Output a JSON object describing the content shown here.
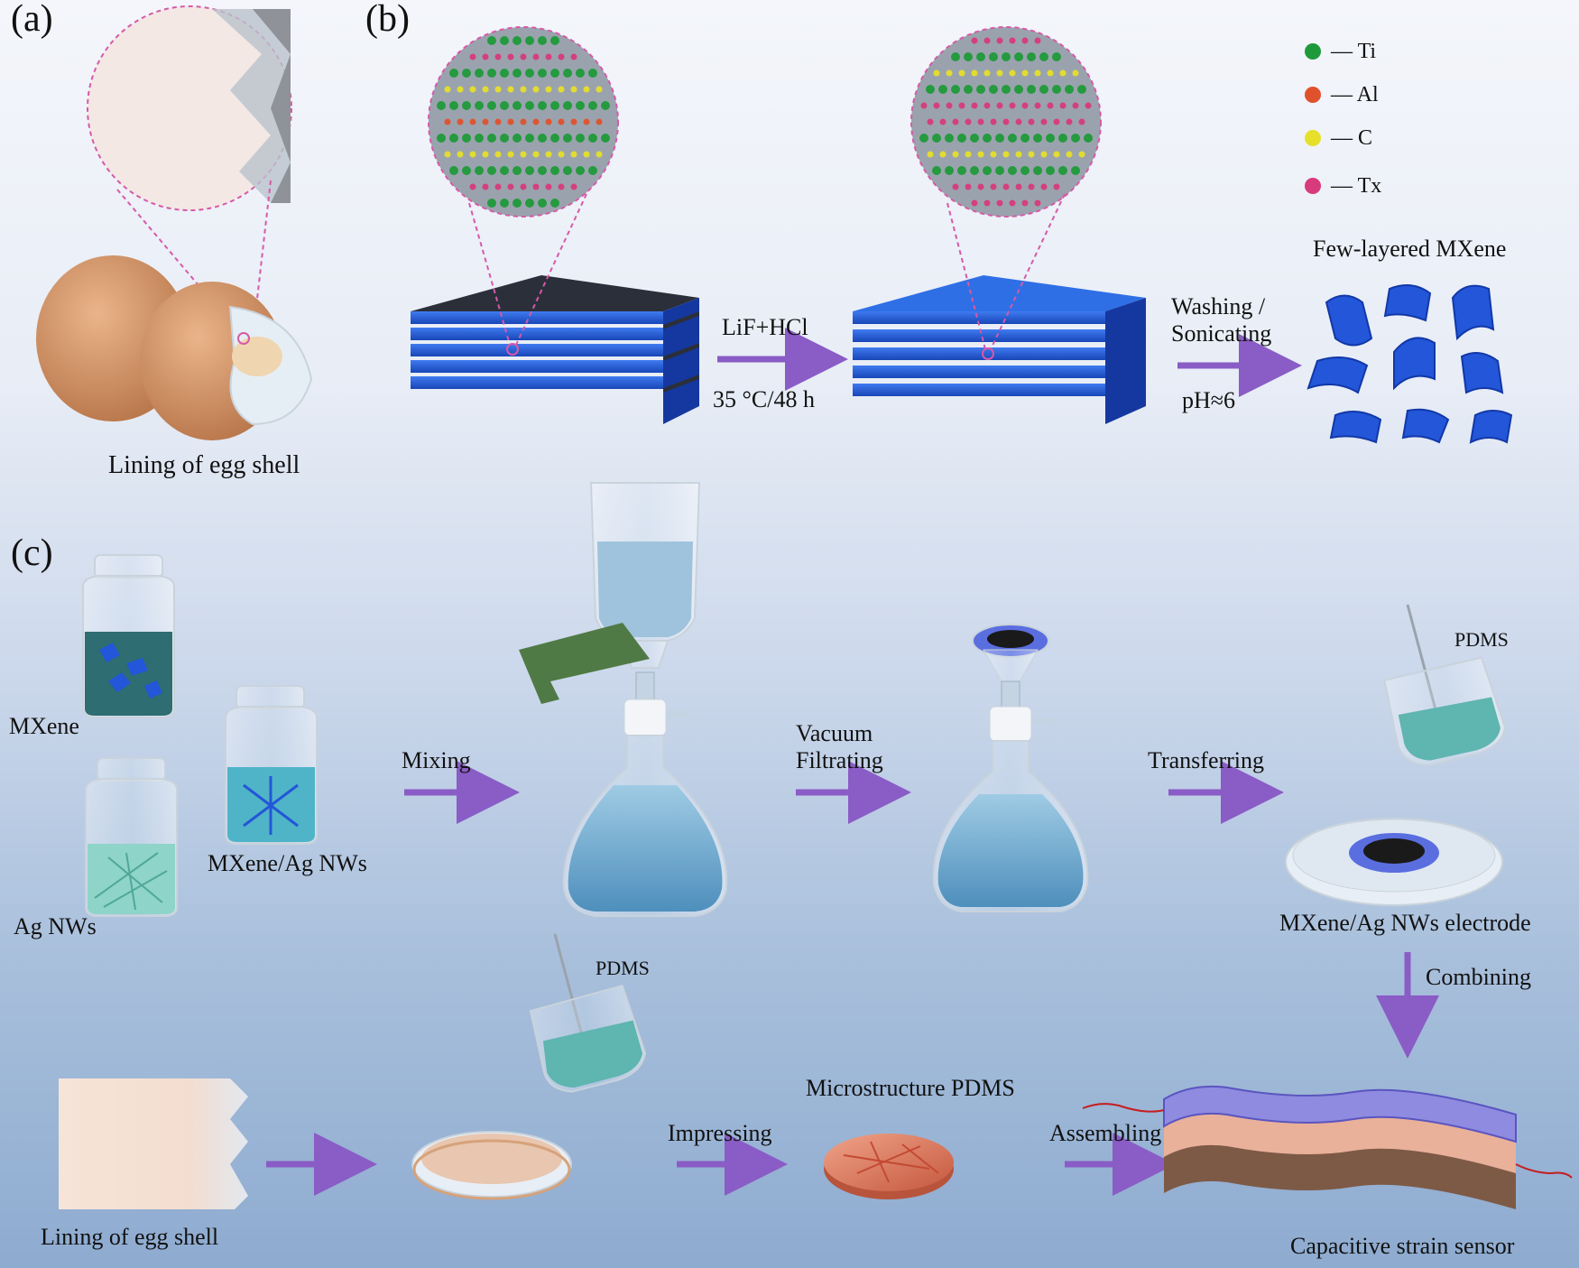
{
  "panels": {
    "a": "(a)",
    "b": "(b)",
    "c": "(c)"
  },
  "panel_a": {
    "caption": "Lining of egg shell"
  },
  "panel_b": {
    "step1_top": "LiF+HCl",
    "step1_bottom": "35 °C/48 h",
    "step2_line1": "Washing /",
    "step2_line2": "Sonicating",
    "step2_bottom": "pH≈6",
    "product": "Few-layered MXene",
    "legend": [
      {
        "symbol": "— Ti",
        "color": "#1f9a3a"
      },
      {
        "symbol": "— Al",
        "color": "#e0522d"
      },
      {
        "symbol": "— C",
        "color": "#e6e02a"
      },
      {
        "symbol": "— Tx",
        "color": "#d83b7c"
      }
    ]
  },
  "panel_c": {
    "bottle_mxene": "MXene",
    "bottle_agnws": "Ag NWs",
    "bottle_mix": "MXene/Ag NWs",
    "step_mixing": "Mixing",
    "step_vacuum_1": "Vacuum",
    "step_vacuum_2": "Filtrating",
    "step_transferring": "Transferring",
    "pdms_top": "PDMS",
    "electrode": "MXene/Ag NWs electrode",
    "step_combining": "Combining",
    "pdms_bottom": "PDMS",
    "egg_lining": "Lining of egg shell",
    "step_impressing": "Impressing",
    "microstructure": "Microstructure PDMS",
    "step_assembling": "Assembling",
    "sensor": "Capacitive strain sensor"
  },
  "colors": {
    "arrow": "#8a5cc6",
    "mxene_blue": "#1f5ad6",
    "egg": "#d99c6e",
    "liquid": "#7fb8d8"
  }
}
